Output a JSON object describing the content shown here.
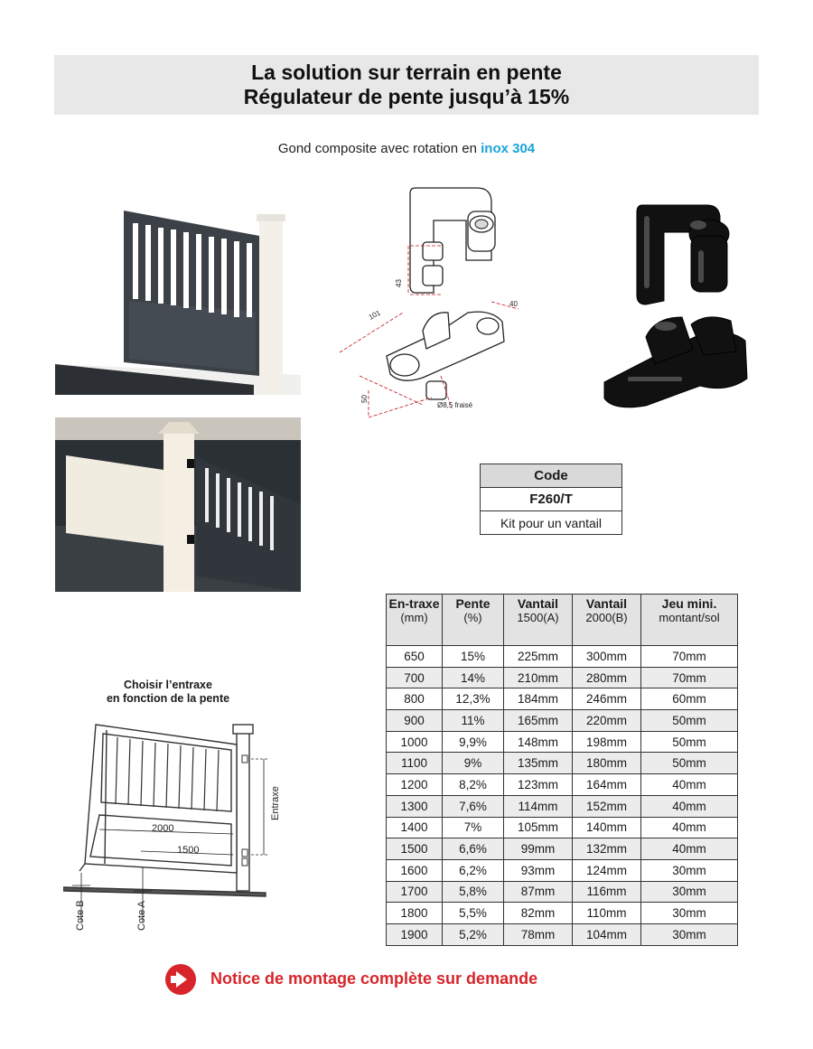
{
  "header": {
    "title_line1": "La  solution sur terrain en pente",
    "title_line2": "Régulateur de pente jusqu’à 15%"
  },
  "subtitle": {
    "text": "Gond composite avec rotation en ",
    "highlight": "inox 304",
    "highlight_color": "#1aa3d9"
  },
  "tech_drawing": {
    "dim_43": "43",
    "dim_101": "101",
    "dim_40": "40",
    "dim_50": "50",
    "dim_hole": "Ø8,5 fraisé"
  },
  "code_table": {
    "header": "Code",
    "reference": "F260/T",
    "description": "Kit pour un vantail"
  },
  "spec_table": {
    "headers": [
      {
        "bold": "En-traxe",
        "sub": "(mm)"
      },
      {
        "bold": "Pente",
        "sub": "(%)"
      },
      {
        "bold": "Vantail",
        "sub": "1500(A)"
      },
      {
        "bold": "Vantail",
        "sub": "2000(B)"
      },
      {
        "bold": "Jeu mini.",
        "sub": "montant/sol"
      }
    ],
    "rows": [
      [
        "650",
        "15%",
        "225mm",
        "300mm",
        "70mm"
      ],
      [
        "700",
        "14%",
        "210mm",
        "280mm",
        "70mm"
      ],
      [
        "800",
        "12,3%",
        "184mm",
        "246mm",
        "60mm"
      ],
      [
        "900",
        "11%",
        "165mm",
        "220mm",
        "50mm"
      ],
      [
        "1000",
        "9,9%",
        "148mm",
        "198mm",
        "50mm"
      ],
      [
        "1100",
        "9%",
        "135mm",
        "180mm",
        "50mm"
      ],
      [
        "1200",
        "8,2%",
        "123mm",
        "164mm",
        "40mm"
      ],
      [
        "1300",
        "7,6%",
        "114mm",
        "152mm",
        "40mm"
      ],
      [
        "1400",
        "7%",
        "105mm",
        "140mm",
        "40mm"
      ],
      [
        "1500",
        "6,6%",
        "99mm",
        "132mm",
        "40mm"
      ],
      [
        "1600",
        "6,2%",
        "93mm",
        "124mm",
        "30mm"
      ],
      [
        "1700",
        "5,8%",
        "87mm",
        "116mm",
        "30mm"
      ],
      [
        "1800",
        "5,5%",
        "82mm",
        "110mm",
        "30mm"
      ],
      [
        "1900",
        "5,2%",
        "78mm",
        "104mm",
        "30mm"
      ]
    ]
  },
  "diagram": {
    "caption_line1": "Choisir l’entraxe",
    "caption_line2": "en fonction de la pente",
    "label_2000": "2000",
    "label_1500": "1500",
    "label_entraxe": "Entraxe",
    "label_cote_b": "Cote B",
    "label_cote_a": "Cote A"
  },
  "notice": {
    "text": "Notice de montage complète sur demande",
    "color": "#d7252b",
    "icon": "arrow-right-circle-icon"
  }
}
